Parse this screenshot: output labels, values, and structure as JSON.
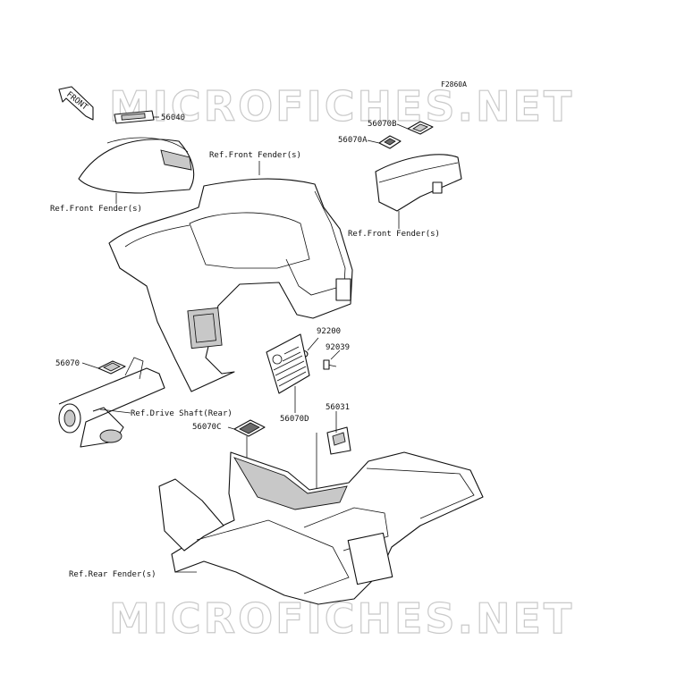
{
  "diagram_code": "F2860A",
  "watermark_top": "MICROFICHES.NET",
  "watermark_bottom": "MICROFICHES.NET",
  "front_indicator": "FRONT",
  "labels": {
    "part_56040": "56040",
    "part_56070B": "56070B",
    "part_56070A": "56070A",
    "ref_front_fender_top": "Ref.Front Fender(s)",
    "ref_front_fender_left": "Ref.Front Fender(s)",
    "ref_front_fender_right": "Ref.Front Fender(s)",
    "part_92200": "92200",
    "part_92039": "92039",
    "part_56070": "56070",
    "ref_drive_shaft": "Ref.Drive Shaft(Rear)",
    "part_56070D": "56070D",
    "part_56031": "56031",
    "part_56070C": "56070C",
    "ref_rear_fender": "Ref.Rear Fender(s)"
  }
}
